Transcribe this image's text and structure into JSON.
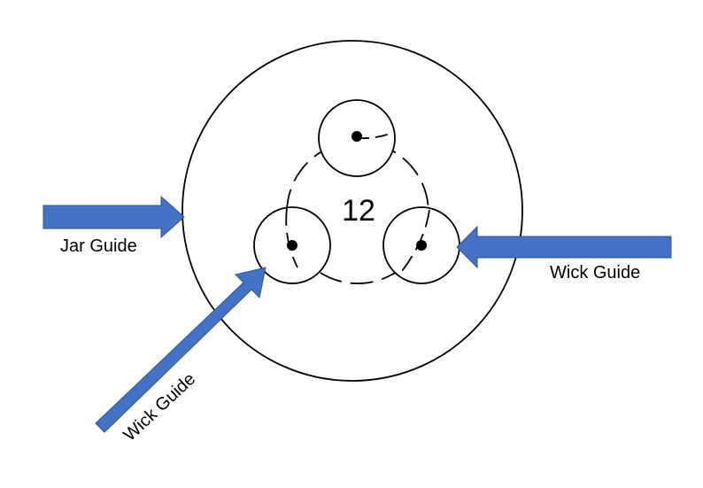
{
  "diagram": {
    "center_number": "12",
    "labels": {
      "jar_guide": "Jar Guide",
      "wick_guide_right": "Wick Guide",
      "wick_guide_lower_left": "Wick Guide"
    },
    "colors": {
      "arrow": "#4472C4",
      "arrow_outline": "#2F528F",
      "stroke": "#000000",
      "background": "#ffffff"
    }
  }
}
